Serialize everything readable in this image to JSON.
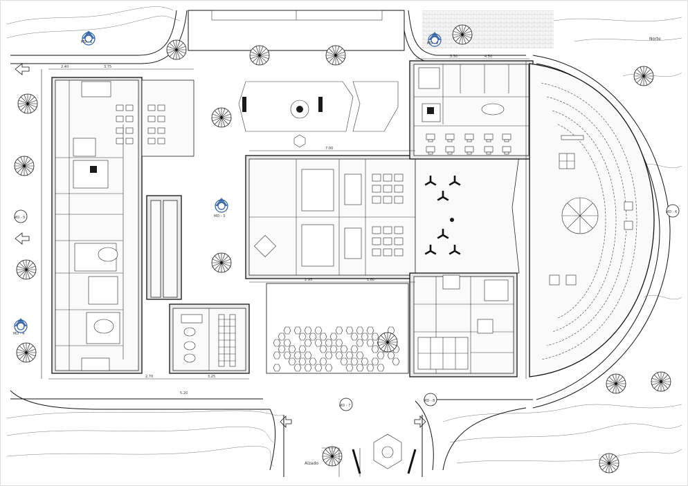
{
  "labels": {
    "north": "Norte",
    "access": "Alzado",
    "section_marks": [
      "MD - 1",
      "MD - 2",
      "MD - 3",
      "MD - 4",
      "MD - 5",
      "MD - 6",
      "MD - 7",
      "MD - 8"
    ]
  },
  "dimensions": [
    "2.40",
    "3.75",
    "2.70",
    "3.25",
    "7.00",
    "1.80",
    "3.30",
    "4.50",
    "2.95",
    "5.20"
  ],
  "colors": {
    "line": "#111111",
    "marker": "#2b5b9f",
    "hatch": "#bbbbbb"
  }
}
